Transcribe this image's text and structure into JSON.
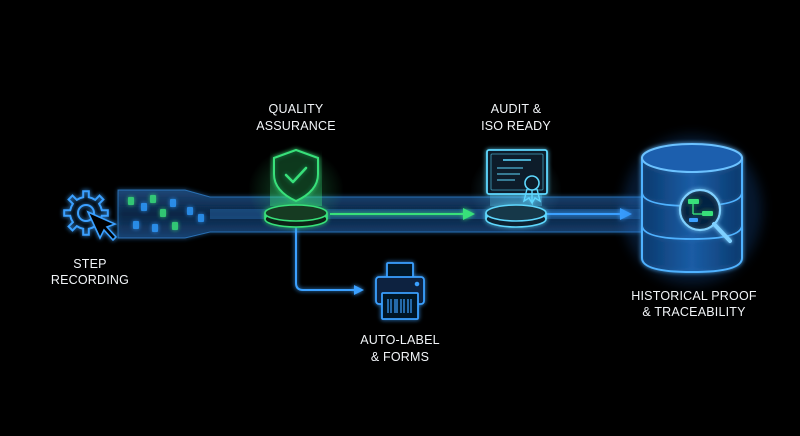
{
  "colors": {
    "background": "#000000",
    "blue_accent": "#3aa0ff",
    "cyan_accent": "#5fd8ff",
    "green_accent": "#37e07a",
    "label_text": "#f2f5f8"
  },
  "stages": {
    "step_recording": {
      "line1": "STEP",
      "line2": "RECORDING",
      "icon": "gear-cursor-icon"
    },
    "quality_assurance": {
      "line1": "QUALITY",
      "line2": "ASSURANCE",
      "icon": "shield-check-icon"
    },
    "audit_iso": {
      "line1": "AUDIT &",
      "line2": "ISO READY",
      "icon": "certificate-icon"
    },
    "historical_proof": {
      "line1": "HISTORICAL PROOF",
      "line2": "& TRACEABILITY",
      "icon": "database-search-icon"
    },
    "auto_label": {
      "line1": "AUTO-LABEL",
      "line2": "& FORMS",
      "icon": "label-printer-icon"
    }
  }
}
